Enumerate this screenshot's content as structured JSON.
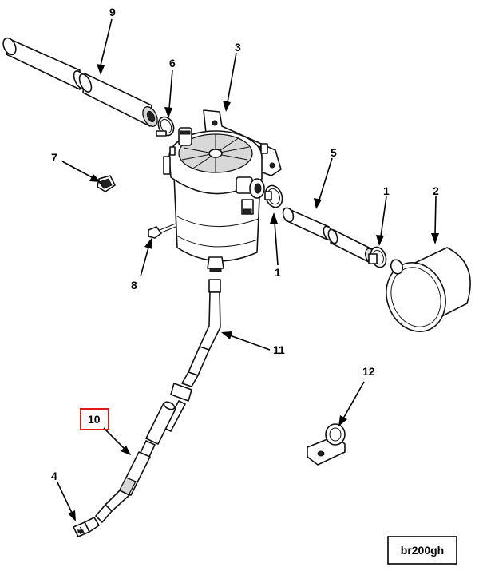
{
  "diagram": {
    "reference_code": "br200gh",
    "highlighted_callout": "10",
    "callouts": [
      {
        "id": "1a",
        "label": "1"
      },
      {
        "id": "1b",
        "label": "1"
      },
      {
        "id": "2",
        "label": "2"
      },
      {
        "id": "3",
        "label": "3"
      },
      {
        "id": "4",
        "label": "4"
      },
      {
        "id": "5",
        "label": "5"
      },
      {
        "id": "6",
        "label": "6"
      },
      {
        "id": "7",
        "label": "7"
      },
      {
        "id": "8",
        "label": "8"
      },
      {
        "id": "9",
        "label": "9"
      },
      {
        "id": "10",
        "label": "10"
      },
      {
        "id": "11",
        "label": "11"
      },
      {
        "id": "12",
        "label": "12"
      }
    ],
    "colors": {
      "line": "#111111",
      "highlight": "#e21b1b",
      "shade": "#d8d8d8",
      "background": "#ffffff"
    }
  }
}
